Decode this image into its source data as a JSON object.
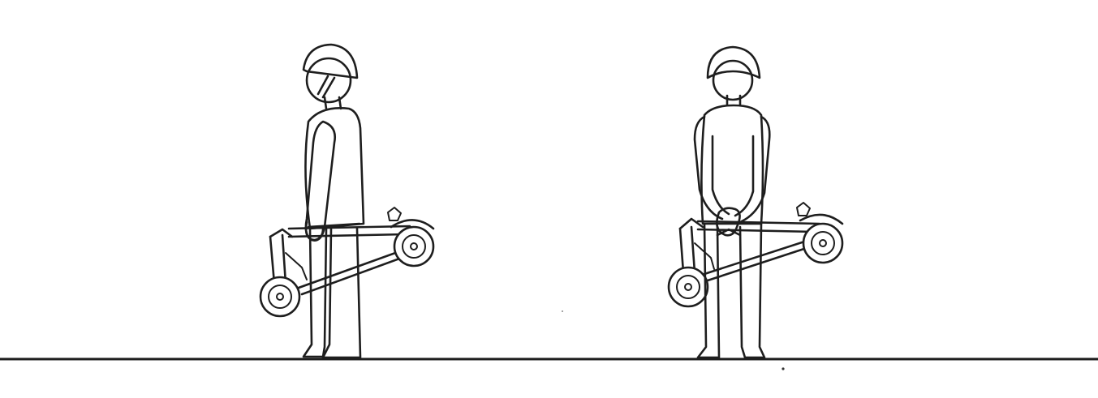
{
  "figure": {
    "description_visible_text": "",
    "background": "#ffffff",
    "line_color": "#1e1e1e",
    "panels": [
      {
        "view": "side",
        "subject": "person-carrying-folded-scooter",
        "icon": "person-side-icon"
      },
      {
        "view": "front",
        "subject": "person-carrying-folded-scooter",
        "icon": "person-front-icon"
      }
    ]
  }
}
